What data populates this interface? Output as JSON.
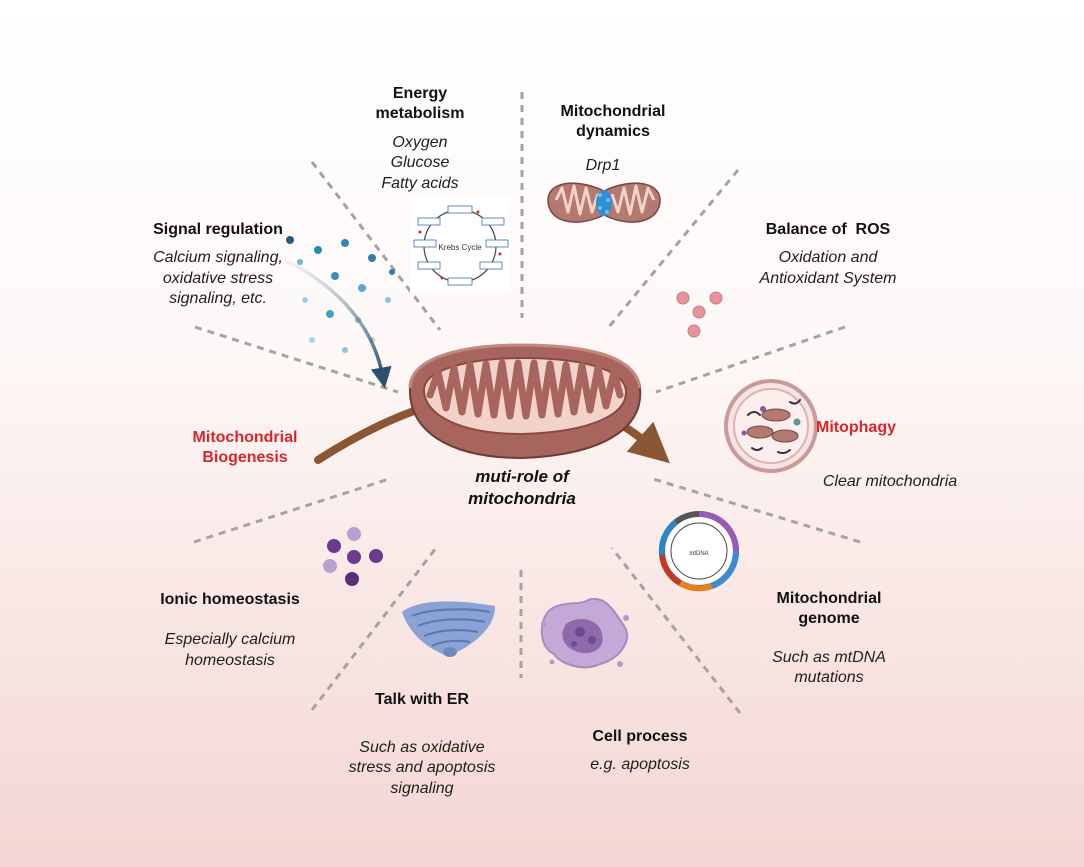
{
  "center": {
    "lines": [
      "muti-role of",
      "mitochondria"
    ]
  },
  "sections": {
    "energy": {
      "title": [
        "Energy",
        "metabolism"
      ],
      "items": [
        "Oxygen",
        "Glucose",
        "Fatty acids"
      ],
      "cycle_label": "Krebs Cycle"
    },
    "dynamics": {
      "title": [
        "Mitochondrial",
        "dynamics"
      ],
      "protein": "Drp1"
    },
    "ros": {
      "title": "Balance of  ROS",
      "desc": [
        "Oxidation and",
        "Antioxidant System"
      ]
    },
    "signal": {
      "title": "Signal regulation",
      "desc": [
        "Calcium signaling,",
        "oxidative stress",
        "signaling, etc."
      ]
    },
    "biogenesis": {
      "title": [
        "Mitochondrial",
        "Biogenesis"
      ]
    },
    "mitophagy": {
      "title": "Mitophagy",
      "desc": "Clear mitochondria"
    },
    "ionic": {
      "title": "Ionic homeostasis",
      "desc": [
        "Especially calcium",
        "homeostasis"
      ]
    },
    "er": {
      "title": "Talk with ER",
      "desc": [
        "Such as oxidative",
        "stress and apoptosis",
        "signaling"
      ]
    },
    "cell": {
      "title": "Cell process",
      "desc": "e.g. apoptosis"
    },
    "genome": {
      "title": [
        "Mitochondrial",
        "genome"
      ],
      "desc": [
        "Such as mtDNA",
        "mutations"
      ],
      "plasmid_label": "mtDNA"
    }
  },
  "colors": {
    "accent_red": "#d7262c",
    "arrow_brown": "#8a5634",
    "mito_outer": "#a7655e",
    "mito_inner": "#f3d2c9",
    "signal_arrow": "#2b4f6e",
    "ros_dot": "#e5949b",
    "ion_dot": "#6c3a8e",
    "er_blue": "#7a93c9",
    "cell_purple": "#9a7cb2"
  }
}
